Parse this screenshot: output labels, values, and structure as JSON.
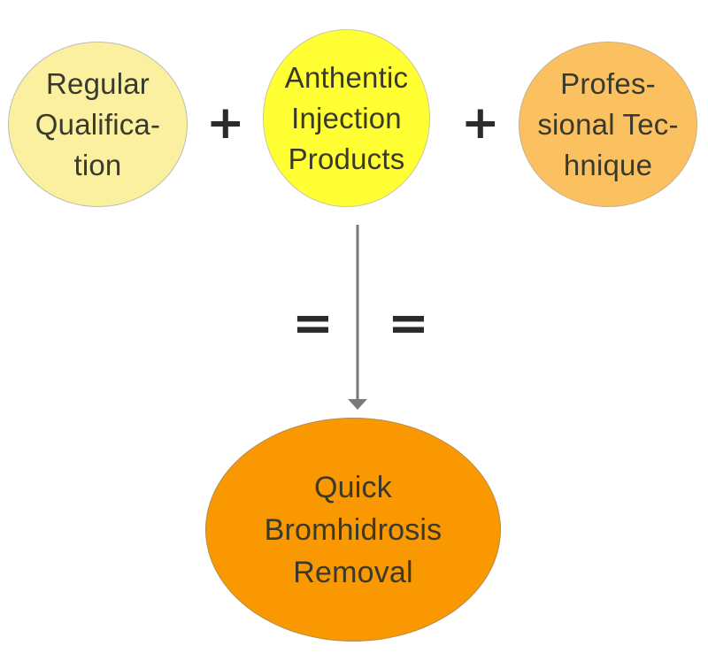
{
  "diagram": {
    "inputs": [
      {
        "label": "Regular\nQualifica-\ntion",
        "color": "#fbf0a0"
      },
      {
        "label": "Anthentic\nInjection\nProducts",
        "color": "#ffff33"
      },
      {
        "label": "Profes-\nsional Tec-\nhnique",
        "color": "#fbc160"
      }
    ],
    "operators": {
      "plus": "+",
      "equals": "="
    },
    "result": {
      "label": "Quick\nBromhidrosis\nRemoval",
      "color": "#f99800"
    },
    "arrow_color": "#7a7a7a"
  }
}
